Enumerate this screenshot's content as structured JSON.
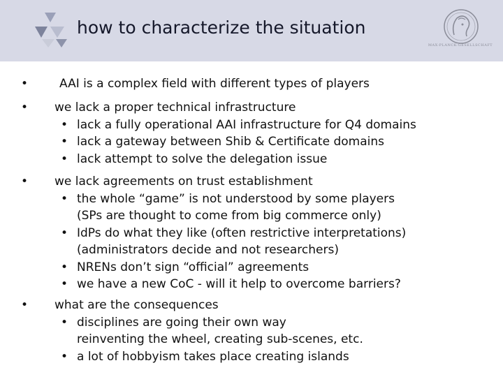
{
  "slide": {
    "title": "how to characterize the situation",
    "seal_caption": "MAX-PLANCK-GESELLSCHAFT"
  },
  "sections": [
    {
      "heading": "AAI is a complex field with different types of players",
      "items": []
    },
    {
      "heading": "we lack a proper technical infrastructure",
      "items": [
        {
          "lines": [
            "lack a fully operational AAI infrastructure for Q4 domains"
          ]
        },
        {
          "lines": [
            "lack a gateway between Shib & Certificate domains"
          ]
        },
        {
          "lines": [
            "lack attempt to solve the delegation issue"
          ]
        }
      ]
    },
    {
      "heading": "we lack agreements on trust establishment",
      "items": [
        {
          "lines": [
            "the whole “game” is not understood by some players",
            "(SPs are thought to come from big commerce only)"
          ]
        },
        {
          "lines": [
            "IdPs do what they like (often restrictive interpretations)",
            "(administrators decide and not researchers)"
          ]
        },
        {
          "lines": [
            "NRENs don’t sign “official” agreements"
          ]
        },
        {
          "lines": [
            "we have a new CoC - will it help to overcome barriers?"
          ]
        }
      ]
    },
    {
      "heading": "what are the consequences",
      "items": [
        {
          "lines": [
            "disciplines are going their own way",
            "reinventing the wheel, creating sub-scenes, etc."
          ]
        },
        {
          "lines": [
            "a lot of hobbyism takes place creating islands"
          ]
        }
      ]
    }
  ]
}
